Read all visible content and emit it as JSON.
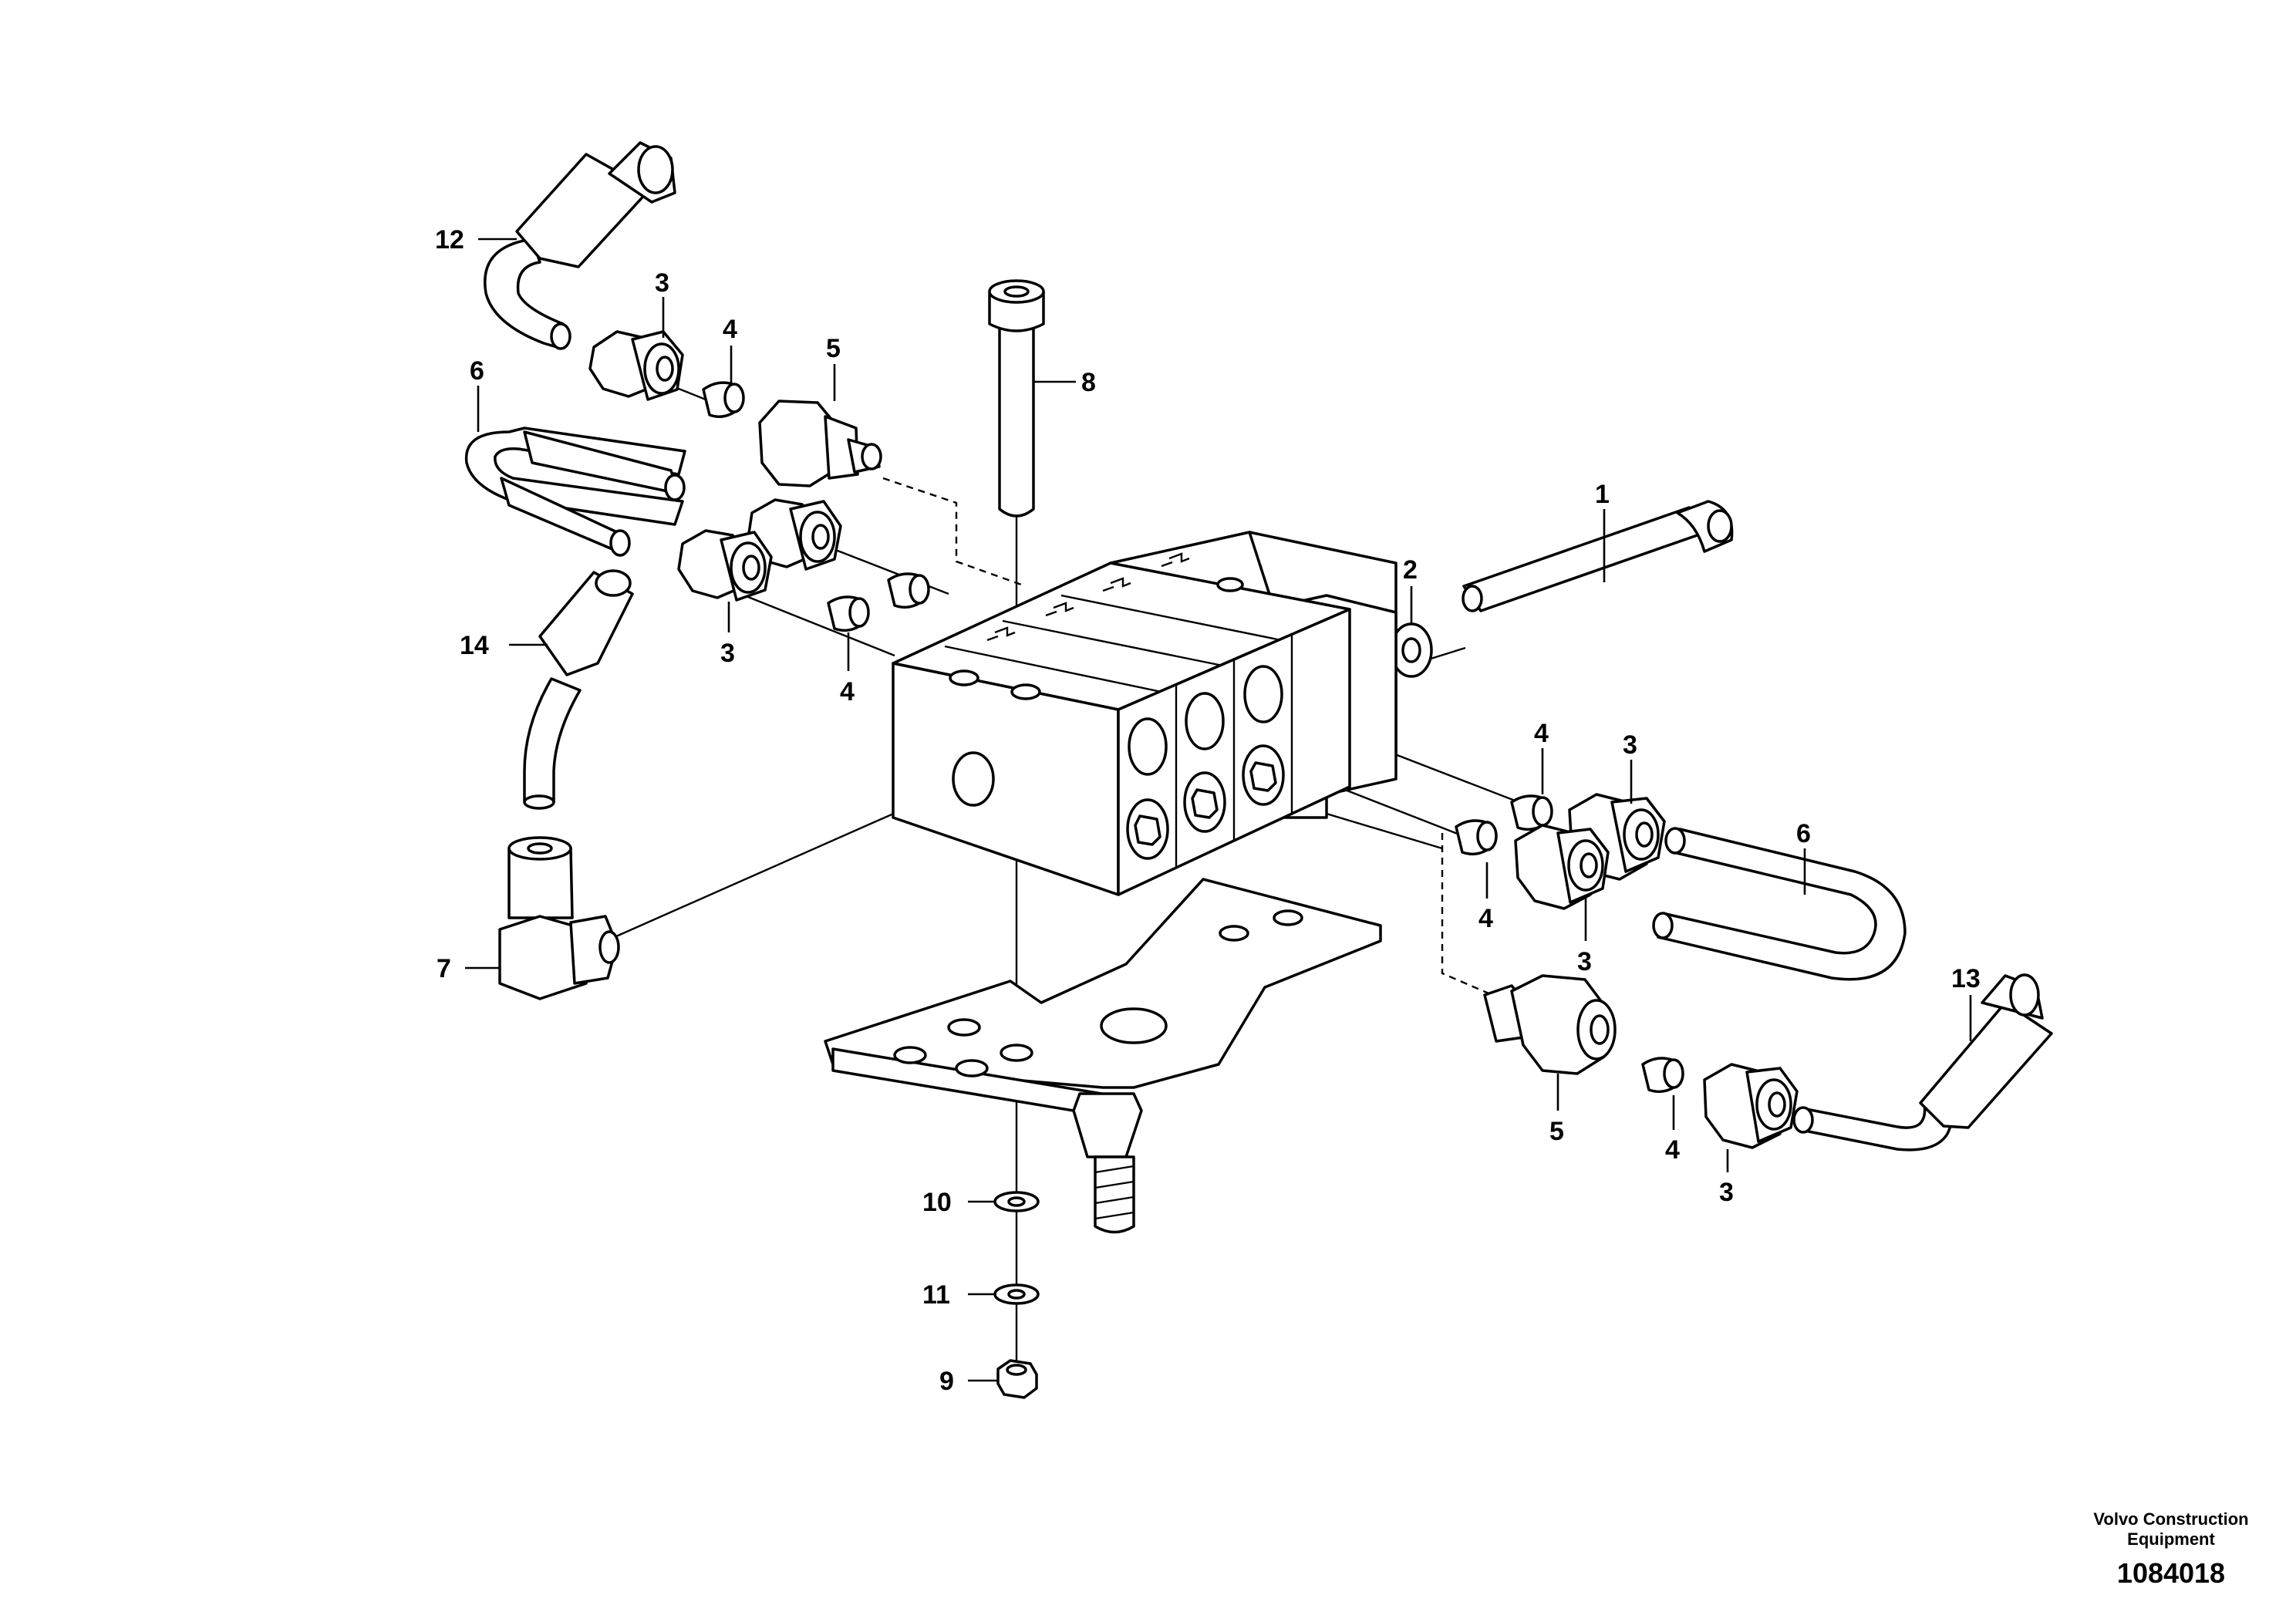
{
  "diagram": {
    "callouts": [
      "1",
      "2",
      "3",
      "4",
      "5",
      "6",
      "7",
      "8",
      "9",
      "10",
      "11",
      "12",
      "13",
      "14"
    ],
    "footer": {
      "company_line1": "Volvo Construction",
      "company_line2": "Equipment",
      "drawing_number": "1084018"
    },
    "colors": {
      "line": "#000000",
      "background": "#ffffff"
    }
  }
}
